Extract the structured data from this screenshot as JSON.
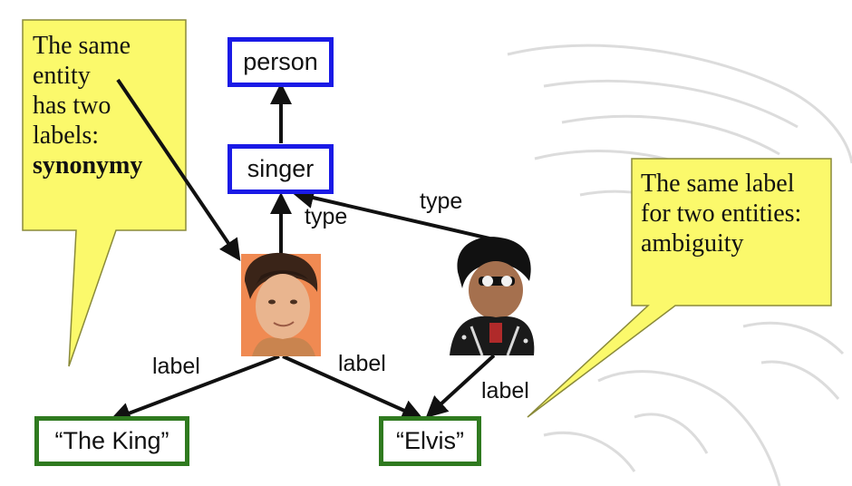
{
  "nodes": {
    "person": "person",
    "singer": "singer",
    "the_king": "“The King”",
    "elvis": "“Elvis”"
  },
  "edge_labels": {
    "type_elvis_singer": "type",
    "type_impersonator_singer": "type",
    "label_elvis_the_king": "label",
    "label_elvis_elvis": "label",
    "label_impersonator_elvis": "label"
  },
  "callouts": {
    "left": {
      "lines": [
        "The same",
        "entity",
        "has two",
        "labels:"
      ],
      "emphasis": "synonymy"
    },
    "right": {
      "lines": [
        "The same label",
        "for two entities:",
        "ambiguity"
      ]
    }
  },
  "photos": {
    "elvis": "elvis-presley-photo",
    "impersonator": "elvis-impersonator-photo"
  },
  "colors": {
    "class_border": "#1a1ae6",
    "literal_border": "#2f7a1f",
    "callout_fill": "#fbf96b",
    "callout_border": "#8a8a3a",
    "arrow": "#111111"
  }
}
